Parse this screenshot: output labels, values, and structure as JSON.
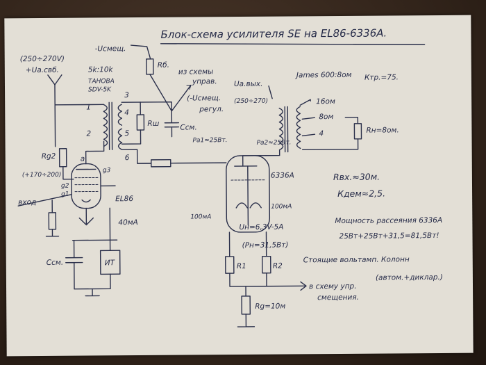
{
  "title": "Блок-схема усилителя SE на EL86-6336А.",
  "labels": {
    "supply_neg": "-Uсмещ.",
    "r_b": "Rб.",
    "supply_range_left": "(250÷270V)",
    "supply_left": "+Uа.свб.",
    "transformer_ratio": "5k:10k",
    "transformer_name": "ТАНОВА",
    "transformer_model": "SDV-5K",
    "from_bias_1": "из схемы",
    "from_bias_2": "управ.",
    "bias_reg": "(-Uсмещ.",
    "bias_reg2": "регул.",
    "c_sm": "Cсм.",
    "r_sh": "Rш",
    "r_g2": "Rg2",
    "grid_voltage": "(+170÷200)",
    "input": "вход",
    "tube_driver": "EL86",
    "anode_a": "a",
    "g1": "g1",
    "g2": "g2",
    "g3": "g3",
    "current_40": "40мА",
    "c_sm2": "Cсм.",
    "it_box": "ИТ",
    "out_tr": "James 600:8ом",
    "k_tr": "Ктр.=75.",
    "u_a_out": "Uа.вых.",
    "out_range": "(250÷270)",
    "tap_16": "16ом",
    "tap_8": "8ом",
    "tap_4": "4",
    "r_load": "Rн=8ом.",
    "ra1": "Ра1≈25Вт.",
    "ra2": "Ра2≈25Вт.",
    "tube_out": "6336А",
    "r_vh": "Rвх.≈30м.",
    "k_dem": "Кдем≈2,5.",
    "i100_left": "100мА",
    "i100_right": "100мА",
    "heater_1": "Uн=6,3V-5А",
    "heater_2": "(Pн=31,5Вт)",
    "r1": "R1",
    "r2": "R2",
    "power_note": "Мощность рассеяния 6336А",
    "power_calc": "25Вт+25Вт+31,5=81,5Вт!",
    "note_1": "Стоящие вольтамп. Колонн",
    "note_2": "(автом.+диклар.)",
    "note_3": "в схему упр.",
    "note_4": "смещения.",
    "r_g": "Rg=10м",
    "num_1": "1",
    "num_2": "2",
    "num_3": "3",
    "num_4": "4",
    "num_5": "5",
    "num_6": "6"
  }
}
